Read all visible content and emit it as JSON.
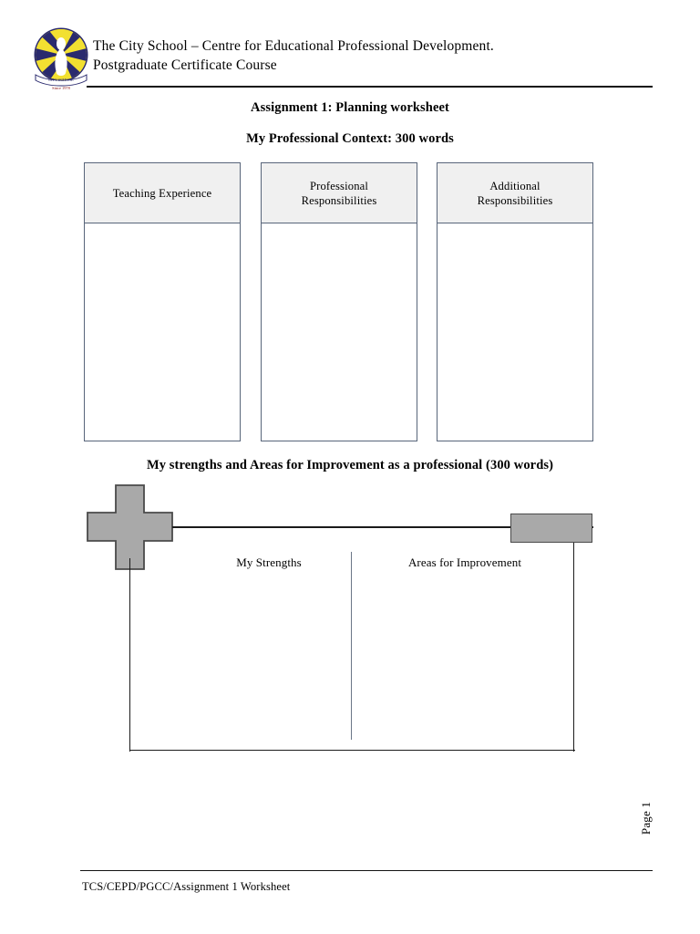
{
  "header": {
    "logo_name": "the-city-school-crest-logo",
    "logo_since_text": "Since 1978",
    "line1": "The City School – Centre for Educational Professional Development.",
    "line2": "Postgraduate Certificate Course"
  },
  "titles": {
    "assignment": "Assignment 1: Planning worksheet",
    "professional_context": "My Professional Context: 300 words",
    "strengths_section": "My strengths and Areas for Improvement as a professional (300 words)"
  },
  "context_columns": [
    {
      "heading": "Teaching Experience",
      "content": ""
    },
    {
      "heading": "Professional\nResponsibilities",
      "heading_line1": "Professional",
      "heading_line2": "Responsibilities",
      "content": ""
    },
    {
      "heading": "Additional\nResponsibilities",
      "heading_line1": "Additional",
      "heading_line2": "Responsibilities",
      "content": ""
    }
  ],
  "diagram": {
    "cross_shape_name": "plus-cross-shape",
    "right_block_name": "gray-rectangle-block",
    "left_label": "My Strengths",
    "right_label": "Areas for Improvement",
    "shape_fill": "#a9a9a9",
    "shape_stroke": "#4a4a4a",
    "line_color": "#1b1b1b",
    "divider_color": "#6a7687"
  },
  "page_number": {
    "label": "Page 1"
  },
  "footer": {
    "text": "TCS/CEPD/PGCC/Assignment 1 Worksheet"
  },
  "colors": {
    "page_background": "#ffffff",
    "text": "#000000",
    "box_border": "#58657a",
    "box_header_fill": "#f0f0f0",
    "rule": "#131313",
    "logo_navy": "#2a2a6e",
    "logo_yellow": "#f2e031"
  }
}
